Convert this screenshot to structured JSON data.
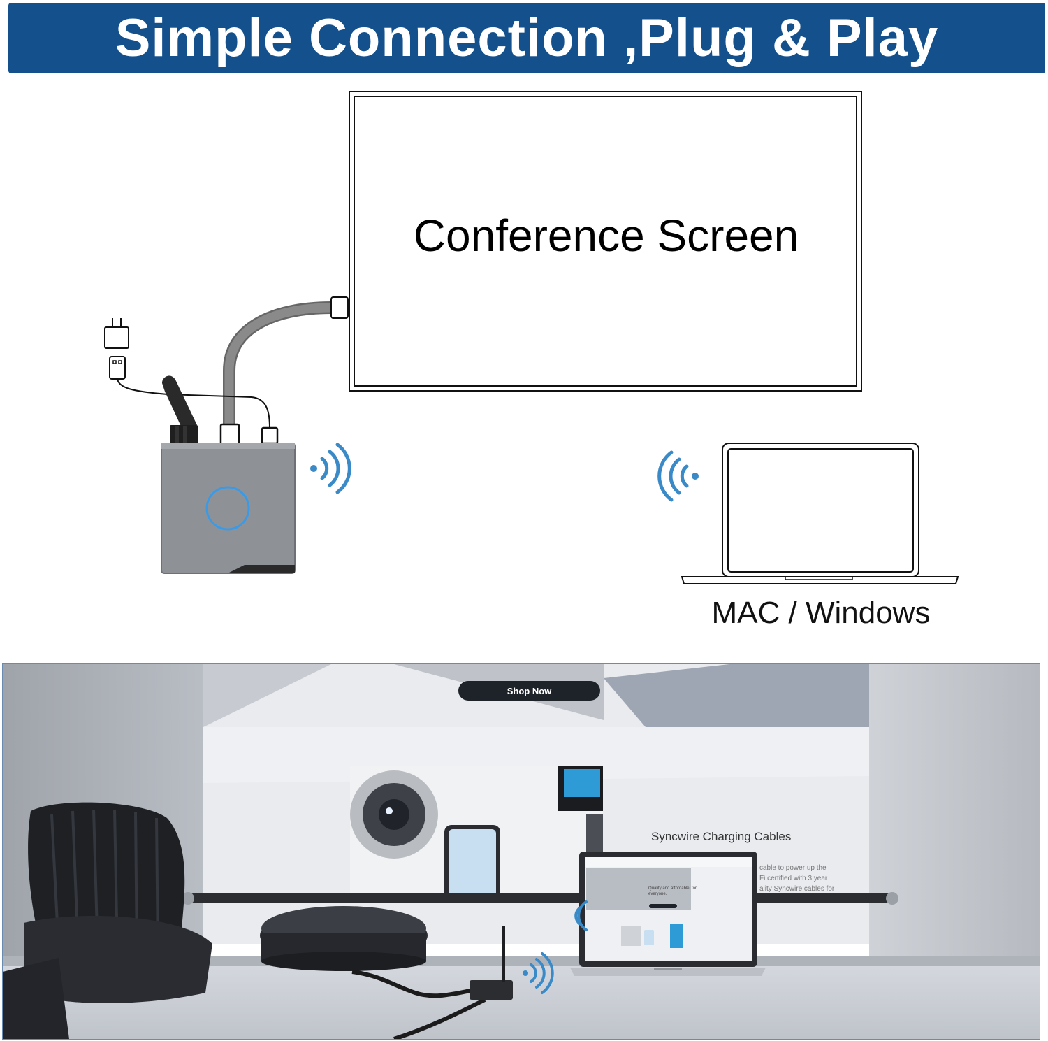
{
  "banner": {
    "title": "Simple Connection ,Plug & Play"
  },
  "diagram": {
    "screen_label": "Conference Screen",
    "laptop_label": "MAC / Windows"
  },
  "photo": {
    "shop_button": "Shop Now",
    "product_title": "Syncwire Charging Cables",
    "product_text": [
      "cable to power up the",
      "Fi certified with 3 year",
      "ality Syncwire cables for"
    ],
    "laptop_screen_text": [
      "Quality and affordable, for",
      "everyone."
    ]
  },
  "colors": {
    "banner": "#13508c",
    "signal": "#3a8ac8",
    "device_body": "#8e9297",
    "button_ring": "#3b9ae6"
  }
}
